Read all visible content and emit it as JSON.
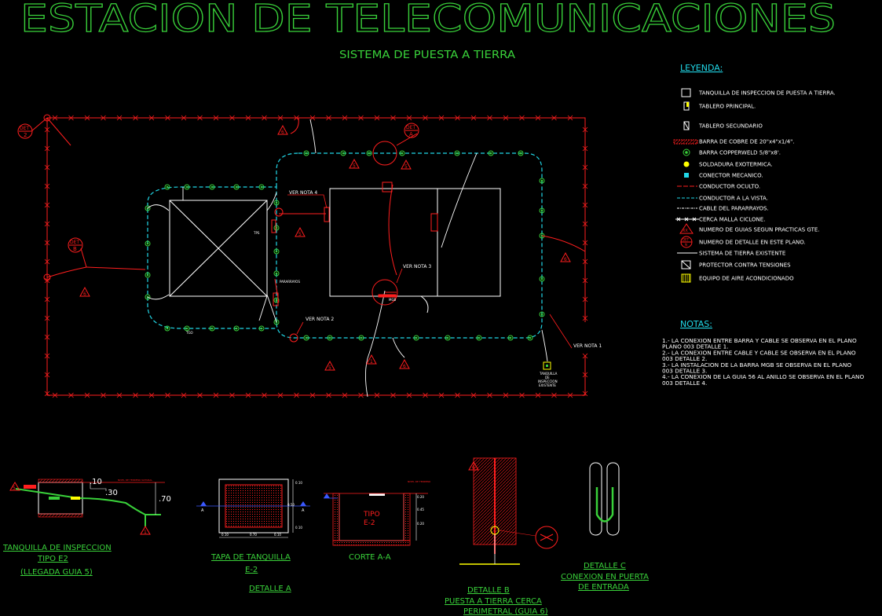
{
  "title": "ESTACION DE TELECOMUNICACIONES",
  "subtitle": "SISTEMA DE PUESTA A TIERRA",
  "colors": {
    "background": "#000000",
    "green": "#39d13a",
    "red": "#ff1e1e",
    "cyan": "#21d8e8",
    "white": "#ffffff",
    "yellow": "#ffff00",
    "blue": "#3a58ff",
    "salmon": "#ff6a4d"
  },
  "plan": {
    "det_2": {
      "top": "DET",
      "bottom": "2"
    },
    "det_a": {
      "top": "DET",
      "bottom": "A"
    },
    "det_b": {
      "top": "DET",
      "bottom": "B"
    },
    "guide_numbers": [
      "6",
      "5",
      "5",
      "5",
      "6",
      "6",
      "5",
      "1",
      "6"
    ],
    "ver_nota_1": "VER NOTA 1",
    "ver_nota_2": "VER NOTA 2",
    "ver_nota_3": "VER NOTA 3",
    "ver_nota_4": "VER NOTA 4",
    "pararrayos": "PARARRAYOS",
    "tps": "TPS",
    "mgb": "MGB",
    "tgo": "TGO",
    "tanquilla_note": [
      "TANQUILLA",
      "DE",
      "INSPECCION",
      "EXISTENTE"
    ]
  },
  "legend": {
    "title": "LEYENDA:",
    "items": [
      {
        "icon": "square-box-icon",
        "label": "TANQUILLA DE INSPECCION DE PUESTA A TIERRA."
      },
      {
        "icon": "main-panel-icon",
        "label": "TABLERO PRINCIPAL."
      },
      {
        "icon": "secondary-panel-icon",
        "label": "TABLERO SECUNDARIO"
      },
      {
        "icon": "copper-bar-icon",
        "label": "BARRA DE COBRE DE 20\"x4\"x1/4\"."
      },
      {
        "icon": "copperweld-rod-icon",
        "label": "BARRA COPPERWELD 5/8\"x8'."
      },
      {
        "icon": "exothermic-weld-icon",
        "label": "SOLDADURA EXOTERMICA."
      },
      {
        "icon": "mechanical-connector-icon",
        "label": "CONECTOR MECANICO."
      },
      {
        "icon": "hidden-conductor-icon",
        "label": "CONDUCTOR OCULTO."
      },
      {
        "icon": "visible-conductor-icon",
        "label": "CONDUCTOR A LA VISTA."
      },
      {
        "icon": "lightning-cable-icon",
        "label": "CABLE DEL PARARRAYOS."
      },
      {
        "icon": "cyclone-fence-icon",
        "label": "CERCA MALLA CICLONE."
      },
      {
        "icon": "guide-number-icon",
        "label": "NUMERO DE GUIAS SEGUN PRACTICAS GTE."
      },
      {
        "icon": "detail-number-icon",
        "label": "NUMERO DE DETALLE EN ESTE PLANO."
      },
      {
        "icon": "existing-ground-icon",
        "label": "SISTEMA DE TIERRA EXISTENTE"
      },
      {
        "icon": "surge-protector-icon",
        "label": "PROTECTOR CONTRA TENSIONES"
      },
      {
        "icon": "ac-equipment-icon",
        "label": "EQUIPO DE AIRE ACONDICIONADO"
      }
    ],
    "guide_symbol": "XX",
    "detail_symbol_top": "DET",
    "detail_symbol_bottom": "N"
  },
  "notes": {
    "title": "NOTAS:",
    "lines": [
      "1.- LA CONEXION ENTRE BARRA Y CABLE SE OBSERVA EN EL PLANO",
      "     PLANO 003 DETALLE 1.",
      "2.- LA CONEXION ENTRE CABLE Y CABLE SE OBSERVA EN EL PLANO",
      "     003 DETALLE 2.",
      "3.- LA INSTALACION DE LA BARRA MGB SE OBSERVA EN EL PLANO",
      "     003 DETALLE 3.",
      "4.- LA CONEXION DE LA GUIA 56 AL ANILLO SE OBSERVA EN EL PLANO",
      "     003 DETALLE 4."
    ]
  },
  "details": {
    "tanquilla_e2": {
      "caption": [
        "TANQUILLA DE INSPECCION",
        "TIPO E2",
        "(LLEGADA GUIA 5)"
      ],
      "dims": [
        ".10",
        ".30",
        ".70"
      ],
      "guides": [
        "5",
        "1"
      ],
      "small_label": "NIVEL DE TERRENO NATURAL"
    },
    "tapa": {
      "caption": [
        "TAPA DE TANQUILLA",
        "E-2"
      ],
      "dims": [
        "0.10",
        "0.70",
        "0.10",
        "0.10",
        "0.50",
        "0.10"
      ],
      "section_marks": [
        "A",
        "A"
      ]
    },
    "corte": {
      "caption": "CORTE A-A",
      "label": [
        "TIPO",
        "E-2"
      ],
      "dims": [
        "0.45",
        "0.20",
        "0.20"
      ],
      "small_label": "NIVEL DE TERRENO"
    },
    "detalle_a": {
      "caption": "DETALLE A"
    },
    "detalle_b": {
      "caption": [
        "DETALLE B",
        "PUESTA A TIERRA CERCA",
        "PERIMETRAL (GUIA 6)"
      ],
      "guide": "6"
    },
    "detalle_c": {
      "caption": [
        "DETALLE C",
        "CONEXION EN PUERTA",
        "DE ENTRADA"
      ]
    }
  }
}
